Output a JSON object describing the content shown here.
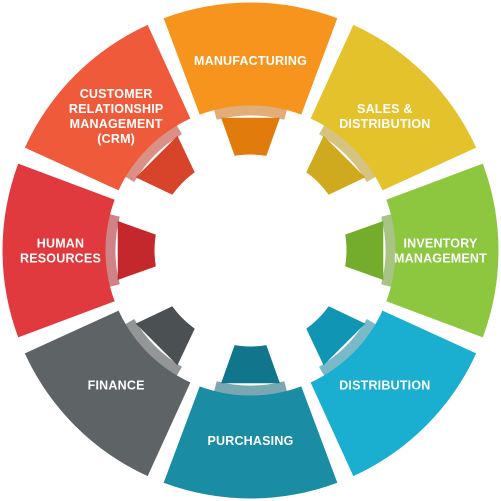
{
  "diagram": {
    "segments": [
      {
        "id": "manufacturing",
        "lines": [
          "MANUFACTURING"
        ],
        "color": "#F7941D",
        "tab_color": "#E07B0C",
        "shade_color": "#C9690A"
      },
      {
        "id": "sales-distribution",
        "lines": [
          "SALES &",
          "DISTRIBUTION"
        ],
        "color": "#E3C22B",
        "tab_color": "#CFA91E",
        "shade_color": "#B59215"
      },
      {
        "id": "inventory-management",
        "lines": [
          "INVENTORY",
          "MANAGEMENT"
        ],
        "color": "#8DC63F",
        "tab_color": "#74AD2C",
        "shade_color": "#5F9421"
      },
      {
        "id": "distribution",
        "lines": [
          "DISTRIBUTION"
        ],
        "color": "#1AAFD0",
        "tab_color": "#1095B4",
        "shade_color": "#0B7F9A"
      },
      {
        "id": "purchasing",
        "lines": [
          "PURCHASING"
        ],
        "color": "#1A8CA3",
        "tab_color": "#11768B",
        "shade_color": "#0C6172"
      },
      {
        "id": "finance",
        "lines": [
          "FINANCE"
        ],
        "color": "#5E6466",
        "tab_color": "#4B5052",
        "shade_color": "#3A3E40"
      },
      {
        "id": "human-resources",
        "lines": [
          "HUMAN",
          "RESOURCES"
        ],
        "color": "#E03A3E",
        "tab_color": "#C4282D",
        "shade_color": "#A71E22"
      },
      {
        "id": "crm",
        "lines": [
          "CUSTOMER",
          "RELATIONSHIP",
          "MANAGEMENT",
          "(CRM)"
        ],
        "color": "#EF5A3A",
        "tab_color": "#D8442A",
        "shade_color": "#BC3520"
      }
    ]
  }
}
